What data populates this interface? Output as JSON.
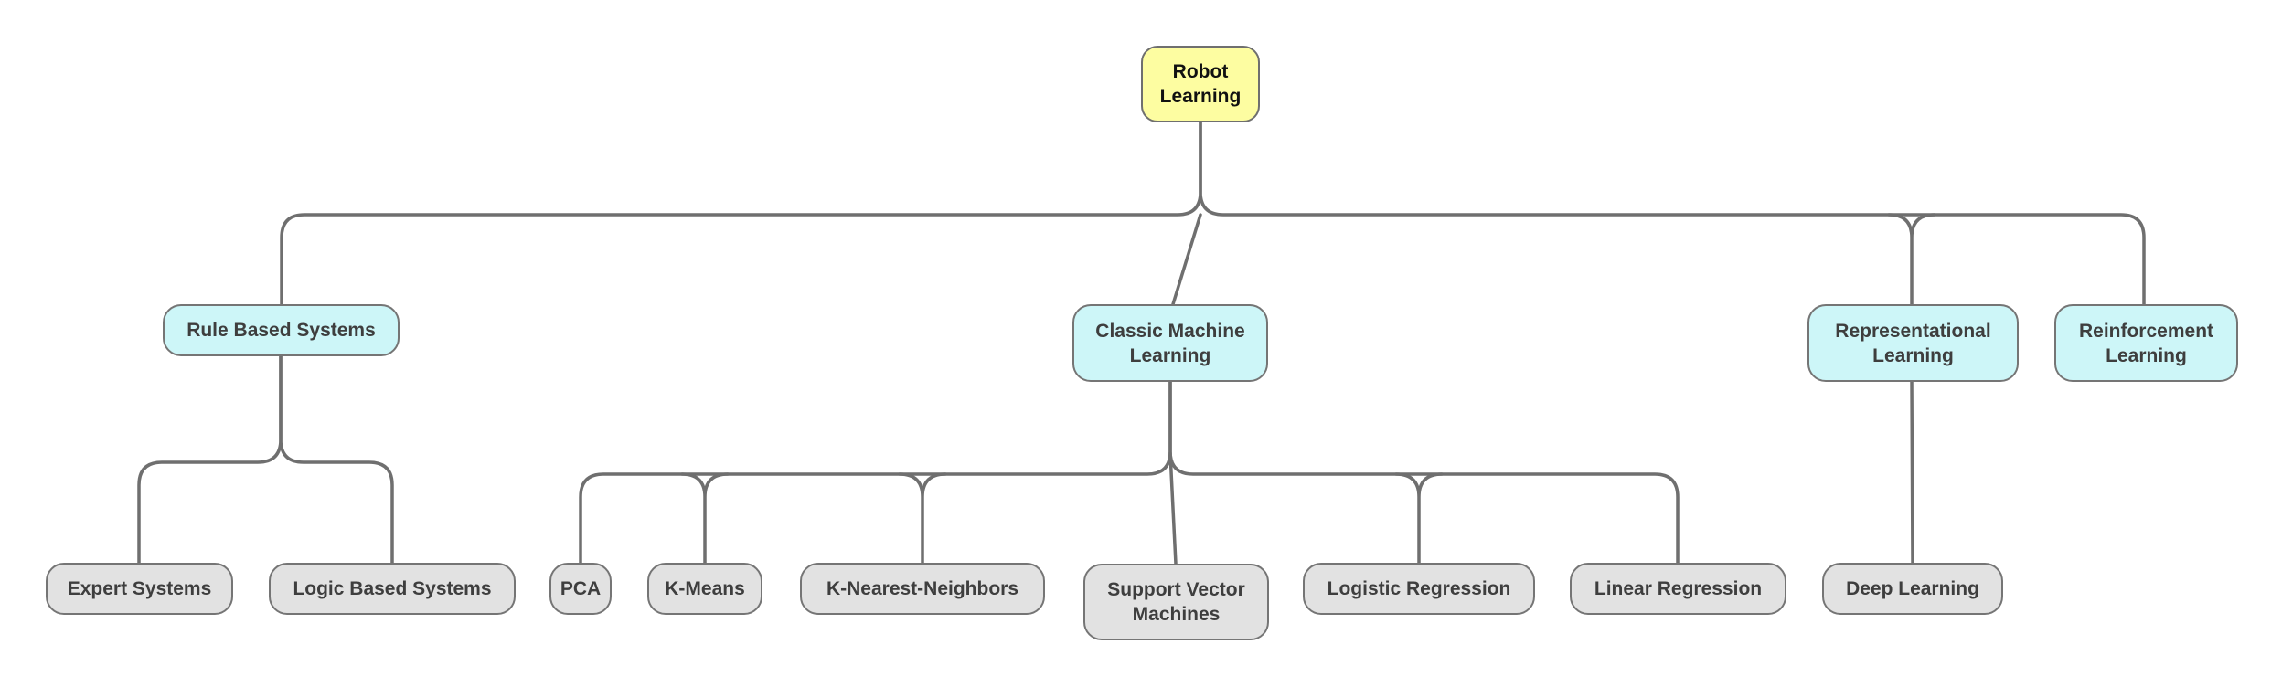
{
  "diagram": {
    "title_hint": "Robot Learning taxonomy flowchart",
    "root": {
      "label": "Robot Learning"
    },
    "branches": [
      {
        "label": "Rule Based Systems",
        "children": [
          {
            "label": "Expert Systems"
          },
          {
            "label": "Logic Based Systems"
          }
        ]
      },
      {
        "label": "Classic Machine Learning",
        "children": [
          {
            "label": "PCA"
          },
          {
            "label": "K-Means"
          },
          {
            "label": "K-Nearest-Neighbors"
          },
          {
            "label": "Support Vector Machines"
          },
          {
            "label": "Logistic Regression"
          },
          {
            "label": "Linear Regression"
          }
        ]
      },
      {
        "label": "Representational Learning",
        "children": [
          {
            "label": "Deep Learning"
          }
        ]
      },
      {
        "label": "Reinforcement Learning",
        "children": []
      }
    ],
    "colors": {
      "root_fill": "#fdfda1",
      "root_text": "#111111",
      "branch_fill": "#cdf6f8",
      "leaf_fill": "#e2e2e2",
      "node_border": "#757575",
      "edge_stroke": "#6f6f6f",
      "node_text": "#3e3e3e",
      "background": "#ffffff"
    }
  }
}
